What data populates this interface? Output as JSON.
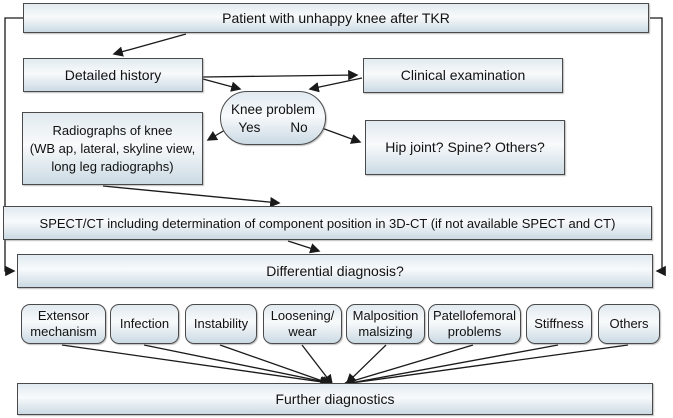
{
  "nodes": {
    "patient": {
      "label": "Patient with unhappy knee after TKR"
    },
    "detailed_history": {
      "label": "Detailed history"
    },
    "clinical_examination": {
      "label": "Clinical examination"
    },
    "knee_problem": {
      "question": "Knee problem",
      "yes": "Yes",
      "no": "No"
    },
    "radiographs": {
      "label": "Radiographs of knee\n(WB ap, lateral, skyline view,\nlong leg radiographs)"
    },
    "hip_joint": {
      "label": "Hip joint? Spine? Others?"
    },
    "spect_ct": {
      "label": "SPECT/CT including determination of component position in 3D-CT (if not available SPECT and CT)"
    },
    "differential_diagnosis": {
      "label": "Differential diagnosis?"
    },
    "further_diagnostics": {
      "label": "Further diagnostics"
    }
  },
  "diagnoses": [
    {
      "label": "Extensor\nmechanism"
    },
    {
      "label": "Infection"
    },
    {
      "label": "Instability"
    },
    {
      "label": "Loosening/\nwear"
    },
    {
      "label": "Malposition\nmalsizing"
    },
    {
      "label": "Patellofemoral\nproblems"
    },
    {
      "label": "Stiffness"
    },
    {
      "label": "Others"
    }
  ],
  "edges": [
    {
      "from": "patient",
      "to": "detailed_history"
    },
    {
      "from": "detailed_history",
      "to": "clinical_examination"
    },
    {
      "from": "detailed_history",
      "to": "knee_problem"
    },
    {
      "from": "clinical_examination",
      "to": "knee_problem"
    },
    {
      "from": "knee_problem",
      "to": "radiographs",
      "branch": "Yes"
    },
    {
      "from": "knee_problem",
      "to": "hip_joint",
      "branch": "No"
    },
    {
      "from": "radiographs",
      "to": "spect_ct"
    },
    {
      "from": "spect_ct",
      "to": "differential_diagnosis"
    },
    {
      "from": "patient",
      "to": "differential_diagnosis",
      "via": "left feedback loop"
    },
    {
      "from": "patient",
      "to": "differential_diagnosis",
      "via": "right feedback loop"
    },
    {
      "from": "extensor_mechanism",
      "to": "further_diagnostics"
    },
    {
      "from": "infection",
      "to": "further_diagnostics"
    },
    {
      "from": "instability",
      "to": "further_diagnostics"
    },
    {
      "from": "loosening_wear",
      "to": "further_diagnostics"
    },
    {
      "from": "malposition_malsizing",
      "to": "further_diagnostics"
    },
    {
      "from": "patellofemoral_problems",
      "to": "further_diagnostics"
    },
    {
      "from": "stiffness",
      "to": "further_diagnostics"
    },
    {
      "from": "others",
      "to": "further_diagnostics"
    }
  ],
  "colors": {
    "box_fill_top": "#e1eaf0",
    "box_fill_mid": "#f8fafb",
    "box_fill_bottom": "#cbdae4",
    "box_border": "#4a4a4a",
    "arrow": "#1a1a1a",
    "background": "#ffffff"
  }
}
